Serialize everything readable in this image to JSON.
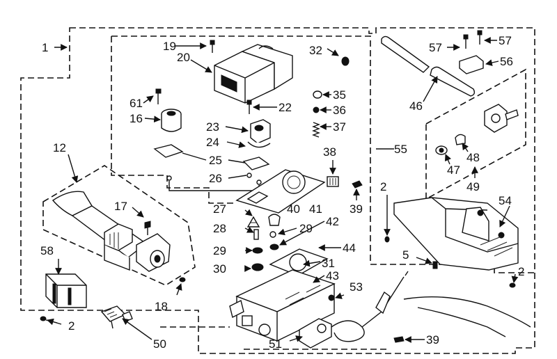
{
  "diagram": {
    "labels": [
      "1",
      "2",
      "2",
      "2",
      "5",
      "12",
      "16",
      "17",
      "18",
      "19",
      "20",
      "22",
      "23",
      "24",
      "25",
      "26",
      "27",
      "28",
      "29",
      "29",
      "30",
      "31",
      "32",
      "35",
      "36",
      "37",
      "38",
      "39",
      "39",
      "40",
      "41",
      "42",
      "43",
      "44",
      "46",
      "47",
      "48",
      "49",
      "50",
      "51",
      "53",
      "54",
      "55",
      "56",
      "57",
      "57",
      "58",
      "61"
    ]
  }
}
